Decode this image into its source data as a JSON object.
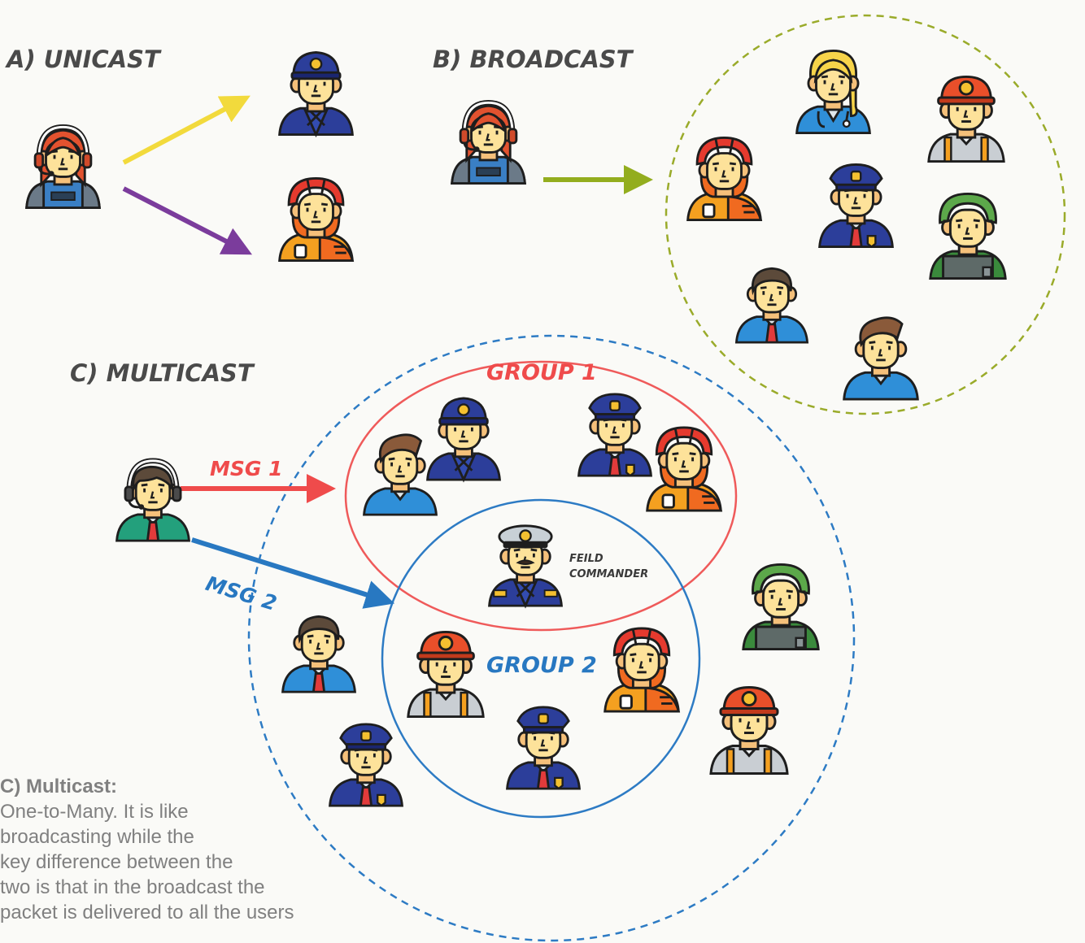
{
  "titles": {
    "unicast": "A) UNICAST",
    "broadcast": "B) BROADCAST",
    "multicast": "C) MULTICAST"
  },
  "groups": {
    "group1": "GROUP 1",
    "group2": "GROUP 2"
  },
  "messages": {
    "msg1": "MSG 1",
    "msg2": "MSG 2"
  },
  "commander": {
    "line1": "FEILD",
    "line2": "COMMANDER"
  },
  "caption": {
    "title": "C) Multicast:",
    "lines": [
      "One-to-Many. It is like",
      "broadcasting while the",
      "key difference between the",
      "two is that in the broadcast the",
      "packet is delivered to all the users"
    ]
  },
  "colors": {
    "unicast_arrow_1": "#f2da3c",
    "unicast_arrow_2": "#7b3c9c",
    "broadcast_arrow": "#93ad1e",
    "broadcast_circle": "#9aab2a",
    "multicast_circle": "#2d7bc4",
    "group1_circle": "#ef5a5a",
    "group2_circle": "#2d7bc4",
    "msg1": "#ef4b4b",
    "msg2": "#2878c1",
    "title_text": "#4a4a4a"
  },
  "icons": {
    "operator": "headset-operator-icon",
    "police": "police-officer-icon",
    "firefighter": "firefighter-icon",
    "miner": "miner-icon",
    "doctor": "doctor-icon",
    "soldier": "soldier-icon",
    "civilian": "civilian-man-icon",
    "commander": "field-commander-icon"
  }
}
